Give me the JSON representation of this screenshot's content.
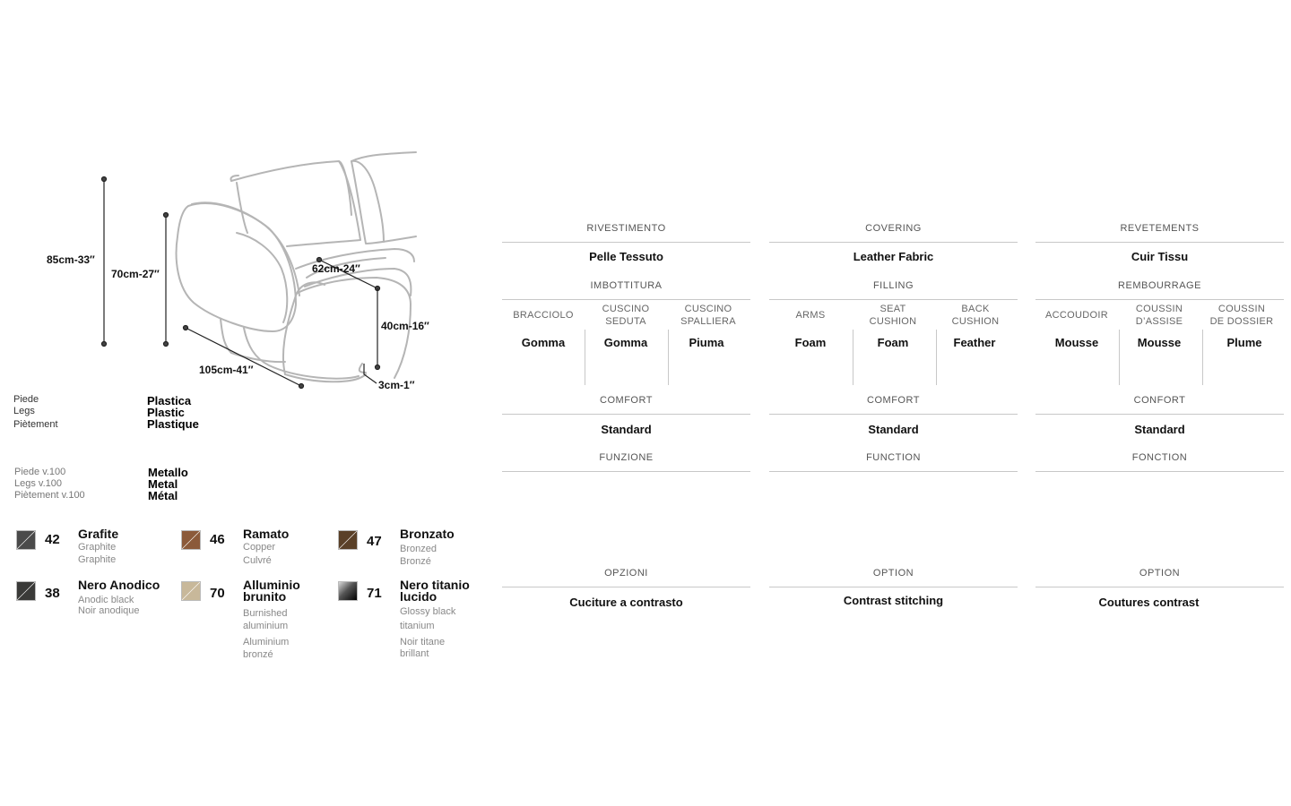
{
  "dimensions": {
    "height_total": "85cm-33″",
    "height_arm": "70cm-27″",
    "depth_seat": "62cm-24″",
    "height_seat": "40cm-16″",
    "width": "105cm-41″",
    "leg_height": "3cm-1″"
  },
  "legs": {
    "label_it": "Piede",
    "label_en": "Legs",
    "label_fr": "Piètement",
    "value_it": "Plastica",
    "value_en": "Plastic",
    "value_fr": "Plastique"
  },
  "legs_v100": {
    "label_it": "Piede v.100",
    "label_en": "Legs v.100",
    "label_fr": "Piètement v.100",
    "value_it": "Metallo",
    "value_en": "Metal",
    "value_fr": "Métal"
  },
  "finishes": [
    {
      "code": "42",
      "name": "Grafite",
      "sub1": "Graphite",
      "sub2": "Graphite",
      "color": "#4a4a4a"
    },
    {
      "code": "46",
      "name": "Ramato",
      "sub1": "Copper",
      "sub2": "Culvré",
      "color": "#8b5a3a"
    },
    {
      "code": "47",
      "name": "Bronzato",
      "sub1": "Bronzed",
      "sub2": "Bronzé",
      "color": "#5a4028"
    },
    {
      "code": "38",
      "name": "Nero Anodico",
      "sub1": "Anodic black",
      "sub2": "Noir anodique",
      "color": "#3a3a38"
    },
    {
      "code": "70",
      "name1": "Alluminio",
      "name2": "brunito",
      "sub1": "Burnished",
      "sub2": "aluminium",
      "sub3": "Aluminium",
      "sub4": "bronzé",
      "color": "#c8b89a"
    },
    {
      "code": "71",
      "name1": "Nero titanio",
      "name2": "lucido",
      "sub1": "Glossy black",
      "sub2": "titanium",
      "sub3": "Noir titane",
      "sub4": "brillant",
      "color": "#2a2a2a"
    }
  ],
  "columns": [
    {
      "covering_head": "RIVESTIMENTO",
      "covering_val": "Pelle Tessuto",
      "filling_head": "IMBOTTITURA",
      "sub_heads": [
        [
          "BRACCIOLO",
          ""
        ],
        [
          "CUSCINO",
          "SEDUTA"
        ],
        [
          "CUSCINO",
          "SPALLIERA"
        ]
      ],
      "sub_vals": [
        "Gomma",
        "Gomma",
        "Piuma"
      ],
      "comfort_head": "COMFORT",
      "comfort_val": "Standard",
      "function_head": "FUNZIONE",
      "option_head": "OPZIONI",
      "option_val": "Cuciture a contrasto"
    },
    {
      "covering_head": "COVERING",
      "covering_val": "Leather Fabric",
      "filling_head": "FILLING",
      "sub_heads": [
        [
          "ARMS",
          ""
        ],
        [
          "SEAT",
          "CUSHION"
        ],
        [
          "BACK",
          "CUSHION"
        ]
      ],
      "sub_vals": [
        "Foam",
        "Foam",
        "Feather"
      ],
      "comfort_head": "COMFORT",
      "comfort_val": "Standard",
      "function_head": "FUNCTION",
      "option_head": "OPTION",
      "option_val": "Contrast stitching"
    },
    {
      "covering_head": "REVETEMENTS",
      "covering_val": "Cuir Tissu",
      "filling_head": "REMBOURRAGE",
      "sub_heads": [
        [
          "ACCOUDOIR",
          ""
        ],
        [
          "COUSSIN",
          "D’ASSISE"
        ],
        [
          "COUSSIN",
          "DE DOSSIER"
        ]
      ],
      "sub_vals": [
        "Mousse",
        "Mousse",
        "Plume"
      ],
      "comfort_head": "CONFORT",
      "comfort_val": "Standard",
      "function_head": "FONCTION",
      "option_head": "OPTION",
      "option_val": "Coutures contrast"
    }
  ]
}
